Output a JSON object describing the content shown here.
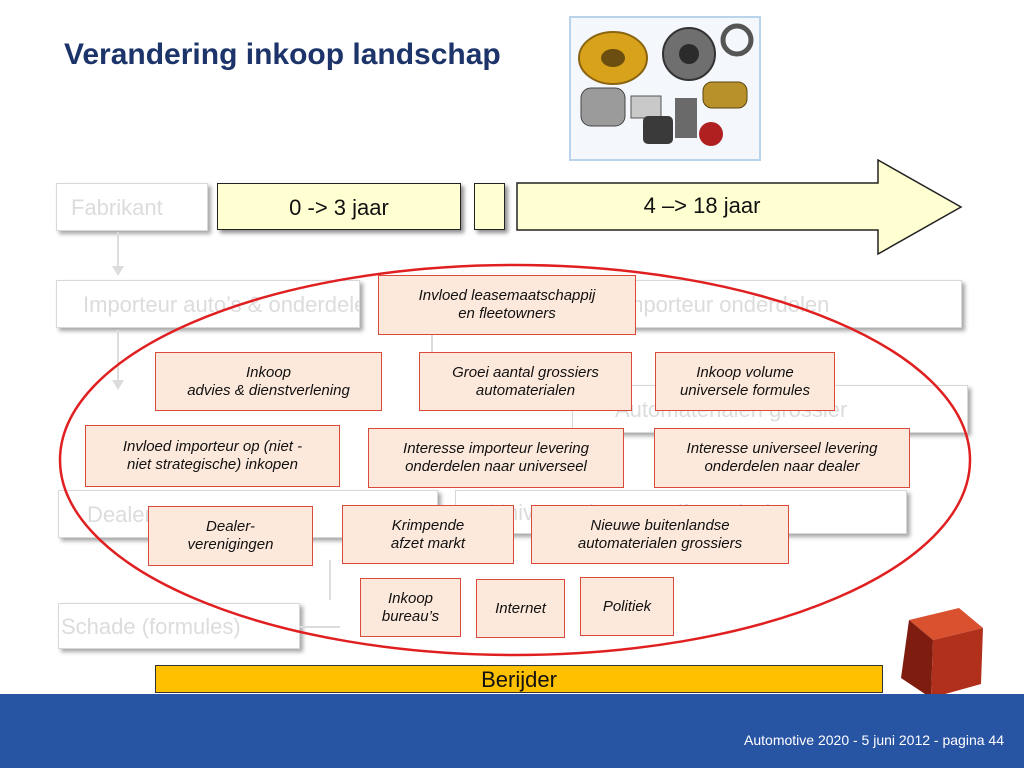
{
  "slide": {
    "title": "Verandering inkoop landschap",
    "footer": "Automotive 2020 - 5 juni 2012 - pagina 44"
  },
  "timeline": {
    "manufacturer": "Fabrikant",
    "period_short": "0 -> 3 jaar",
    "period_long": "4 –> 18 jaar"
  },
  "background_chain": {
    "importer": "Importeur auto’s & onderdelen",
    "parts_importer": "Importeur onderdelen",
    "parts_wholesaler": "Automaterialen grossier",
    "dealer": "Dealer (merk)",
    "universal": "Universeel garage (formules)",
    "damage": "Schade (formules)",
    "driver": "Berijder"
  },
  "influences": [
    [
      "Invloed leasemaatschappij",
      "en fleetowners"
    ],
    [
      "Inkoop",
      "advies & dienstverlening"
    ],
    [
      "Groei aantal grossiers",
      "automaterialen"
    ],
    [
      "Inkoop volume",
      "universele formules"
    ],
    [
      "Invloed importeur op (niet -",
      "niet strategische) inkopen"
    ],
    [
      "Interesse importeur levering",
      "onderdelen naar universeel"
    ],
    [
      "Interesse universeel levering",
      "onderdelen naar dealer"
    ],
    [
      "Dealer-",
      "verenigingen"
    ],
    [
      "Krimpende",
      "afzet markt"
    ],
    [
      "Nieuwe buitenlandse",
      "automaterialen grossiers"
    ],
    [
      "Inkoop",
      "bureau’s"
    ],
    [
      "Internet"
    ],
    [
      "Politiek"
    ]
  ],
  "colors": {
    "title": "#1c3469",
    "footer_band": "#2854a4",
    "era_fill": "#ffffd2",
    "influence_fill": "#fde9dc",
    "influence_border": "#d94a3a",
    "ellipse": "#e02020",
    "driver_bar": "#ffc000"
  },
  "icons": [
    "car-parts-photo",
    "red-cube-icon",
    "arrow-right-icon"
  ]
}
